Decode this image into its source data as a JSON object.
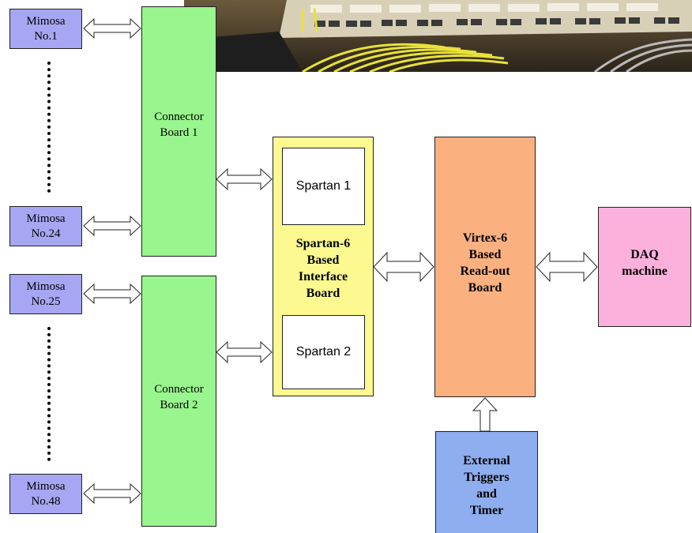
{
  "mimosa": [
    {
      "line1": "Mimosa",
      "line2": "No.1"
    },
    {
      "line1": "Mimosa",
      "line2": "No.24"
    },
    {
      "line1": "Mimosa",
      "line2": "No.25"
    },
    {
      "line1": "Mimosa",
      "line2": "No.48"
    }
  ],
  "connector_boards": [
    {
      "line1": "Connector",
      "line2": "Board 1"
    },
    {
      "line1": "Connector",
      "line2": "Board 2"
    }
  ],
  "interface_board": {
    "chip1": "Spartan 1",
    "chip2": "Spartan 2",
    "label": [
      "Spartan-6",
      "Based",
      "Interface",
      "Board"
    ]
  },
  "readout_board": {
    "label": [
      "Virtex-6",
      "Based",
      "Read-out",
      "Board"
    ]
  },
  "daq": {
    "label": [
      "DAQ",
      "machine"
    ]
  },
  "external": {
    "label": [
      "External",
      "Triggers",
      "and",
      "Timer"
    ]
  },
  "photo": {
    "icon": "network-switch-photo"
  }
}
